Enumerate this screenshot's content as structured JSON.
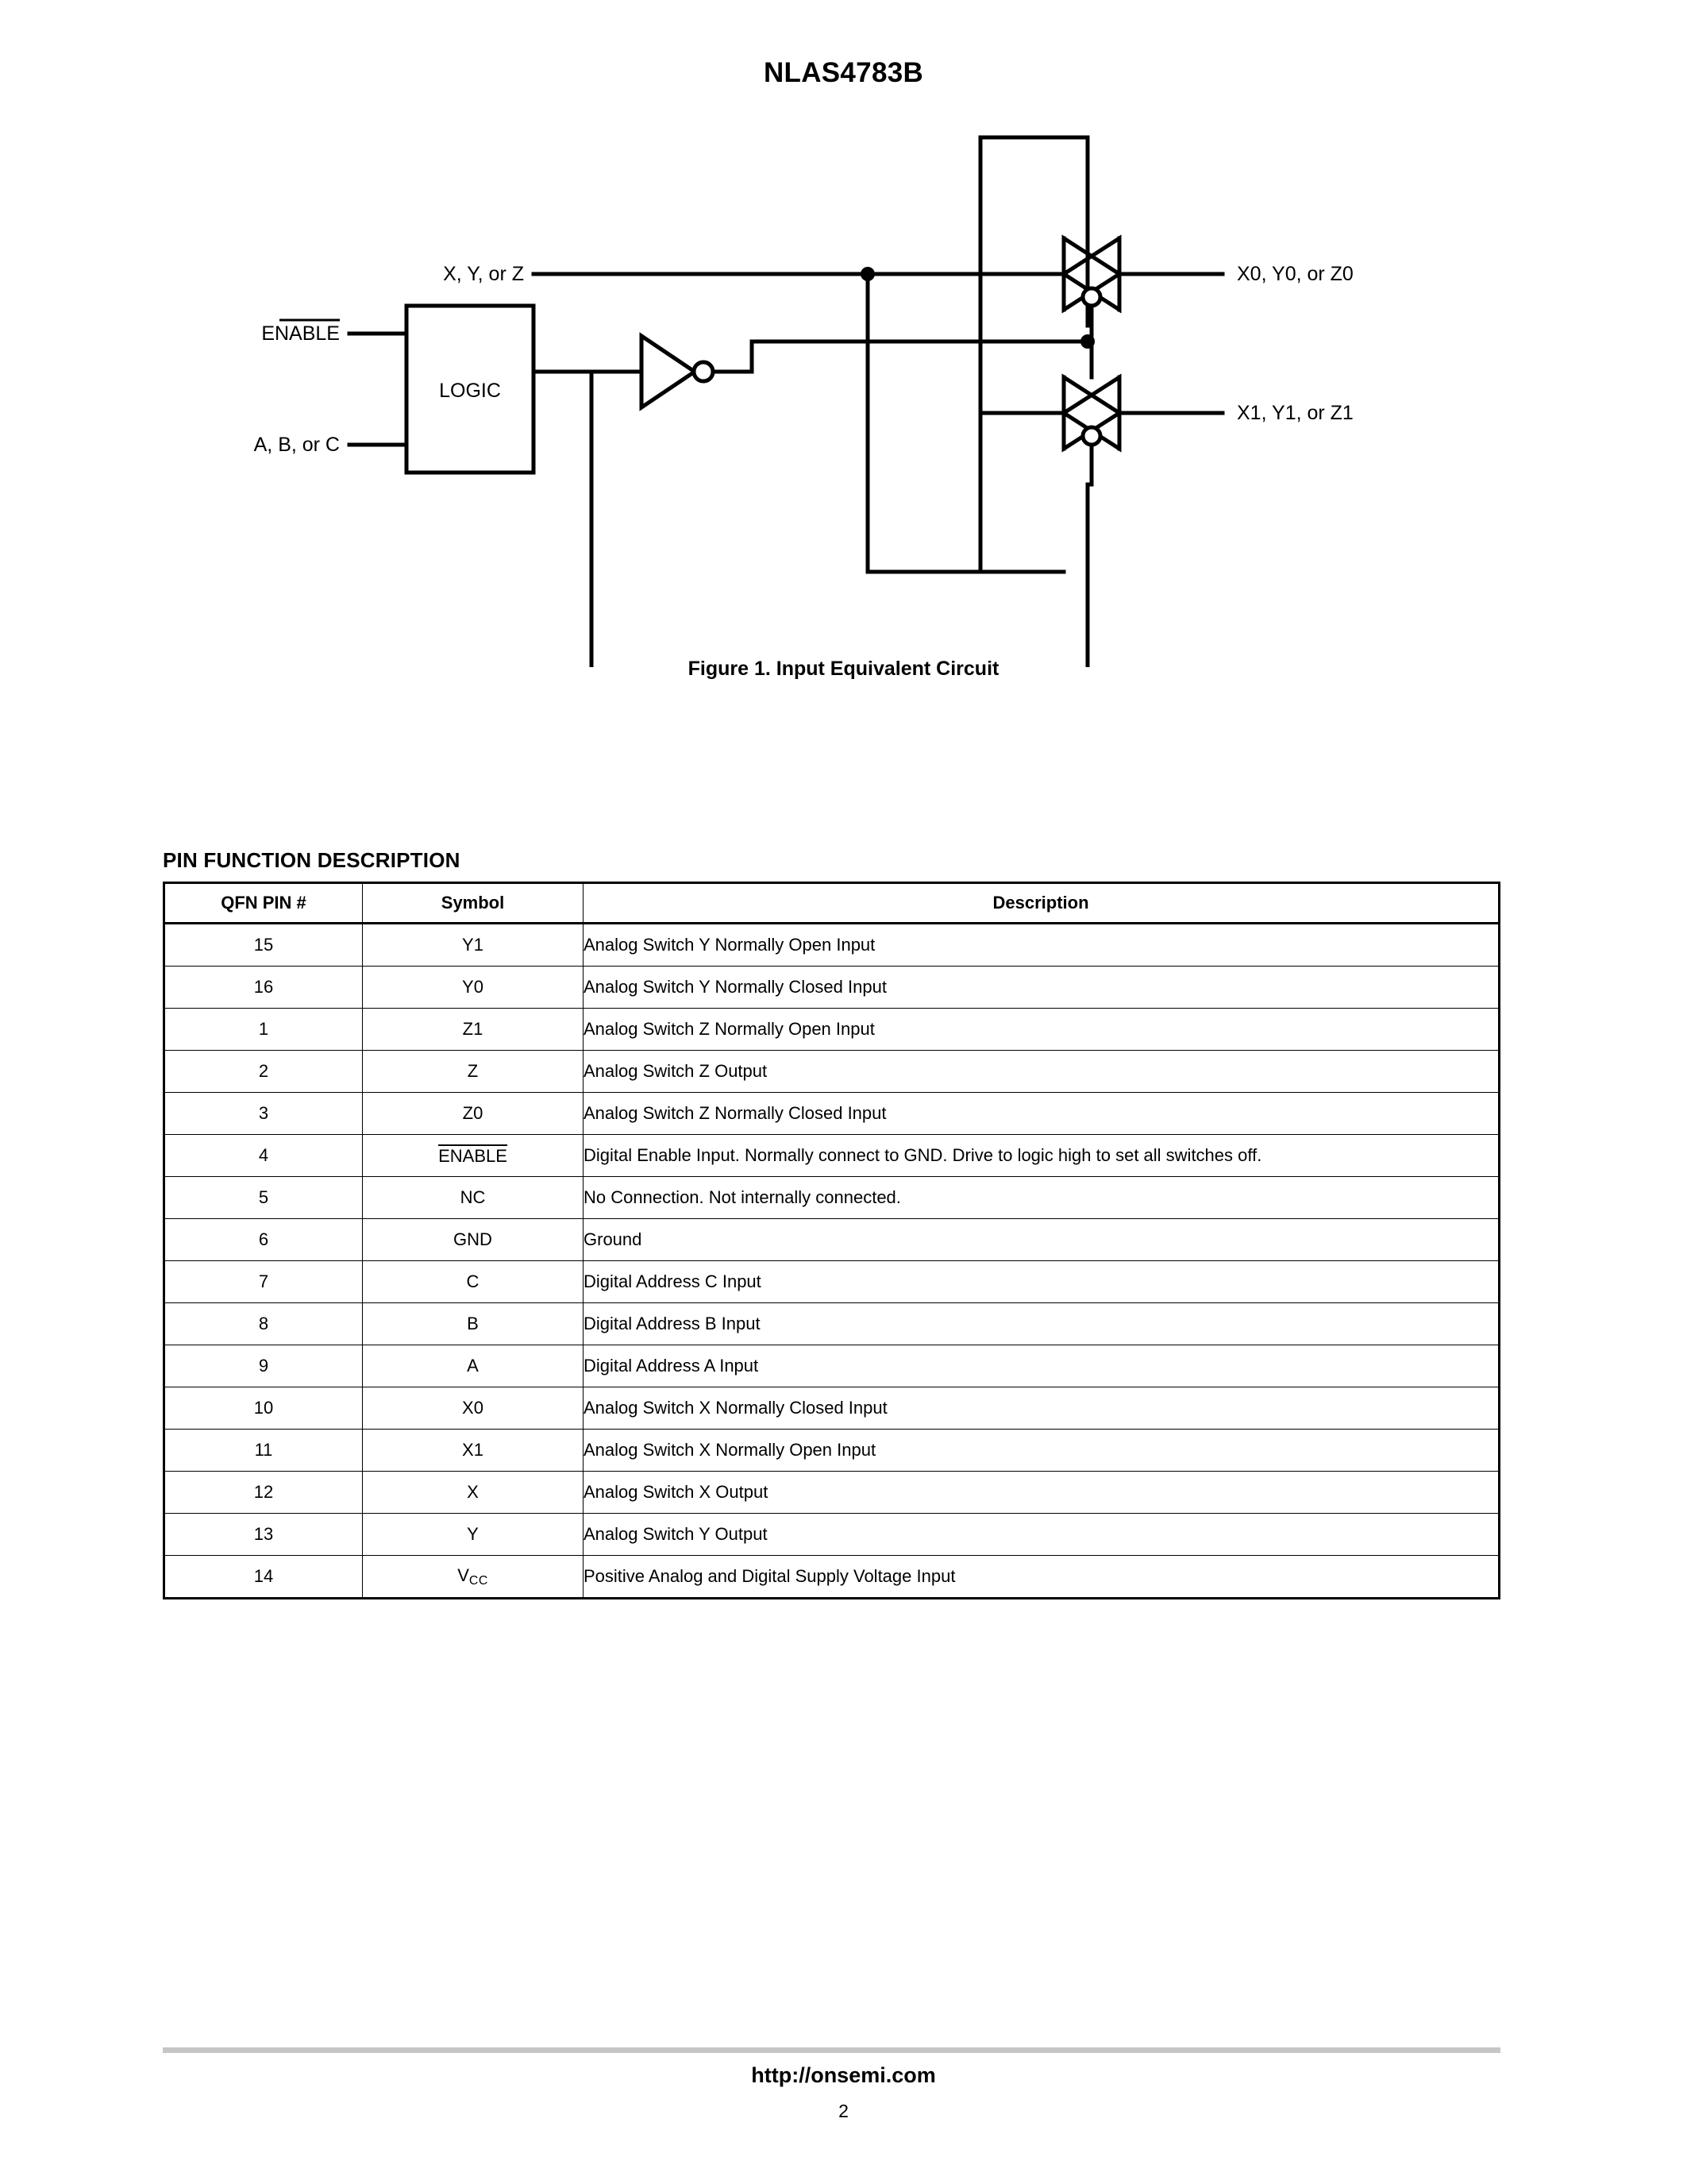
{
  "document": {
    "title": "NLAS4783B"
  },
  "figure": {
    "caption": "Figure 1. Input Equivalent Circuit",
    "labels": {
      "analog_input": "X, Y, or Z",
      "enable": "ENABLE",
      "address": "A, B, or C",
      "logic_block": "LOGIC",
      "out_top": "X0, Y0, or Z0",
      "out_bottom": "X1, Y1, or Z1"
    }
  },
  "pin_section": {
    "heading": "PIN FUNCTION DESCRIPTION",
    "columns": [
      "QFN PIN #",
      "Symbol",
      "Description"
    ],
    "rows": [
      {
        "pin": "15",
        "symbol": "Y1",
        "symbol_style": "plain",
        "description": "Analog Switch Y Normally Open Input"
      },
      {
        "pin": "16",
        "symbol": "Y0",
        "symbol_style": "plain",
        "description": "Analog Switch Y Normally Closed Input"
      },
      {
        "pin": "1",
        "symbol": "Z1",
        "symbol_style": "plain",
        "description": "Analog Switch Z Normally Open Input"
      },
      {
        "pin": "2",
        "symbol": "Z",
        "symbol_style": "plain",
        "description": "Analog Switch Z Output"
      },
      {
        "pin": "3",
        "symbol": "Z0",
        "symbol_style": "plain",
        "description": "Analog Switch Z Normally Closed Input"
      },
      {
        "pin": "4",
        "symbol": "ENABLE",
        "symbol_style": "overline",
        "description": "Digital Enable Input. Normally connect to GND. Drive to logic high to set all switches off."
      },
      {
        "pin": "5",
        "symbol": "NC",
        "symbol_style": "plain",
        "description": "No Connection. Not internally connected."
      },
      {
        "pin": "6",
        "symbol": "GND",
        "symbol_style": "plain",
        "description": "Ground"
      },
      {
        "pin": "7",
        "symbol": "C",
        "symbol_style": "plain",
        "description": "Digital Address C Input"
      },
      {
        "pin": "8",
        "symbol": "B",
        "symbol_style": "plain",
        "description": "Digital Address B Input"
      },
      {
        "pin": "9",
        "symbol": "A",
        "symbol_style": "plain",
        "description": "Digital Address A Input"
      },
      {
        "pin": "10",
        "symbol": "X0",
        "symbol_style": "plain",
        "description": "Analog Switch X Normally Closed Input"
      },
      {
        "pin": "11",
        "symbol": "X1",
        "symbol_style": "plain",
        "description": "Analog Switch X Normally Open Input"
      },
      {
        "pin": "12",
        "symbol": "X",
        "symbol_style": "plain",
        "description": "Analog Switch X Output"
      },
      {
        "pin": "13",
        "symbol": "Y",
        "symbol_style": "plain",
        "description": "Analog Switch Y Output"
      },
      {
        "pin": "14",
        "symbol": "VCC",
        "symbol_style": "subscript",
        "symbol_base": "V",
        "symbol_sub": "CC",
        "description": "Positive Analog and Digital Supply Voltage Input"
      }
    ]
  },
  "footer": {
    "url": "http://onsemi.com",
    "page_number": "2"
  }
}
